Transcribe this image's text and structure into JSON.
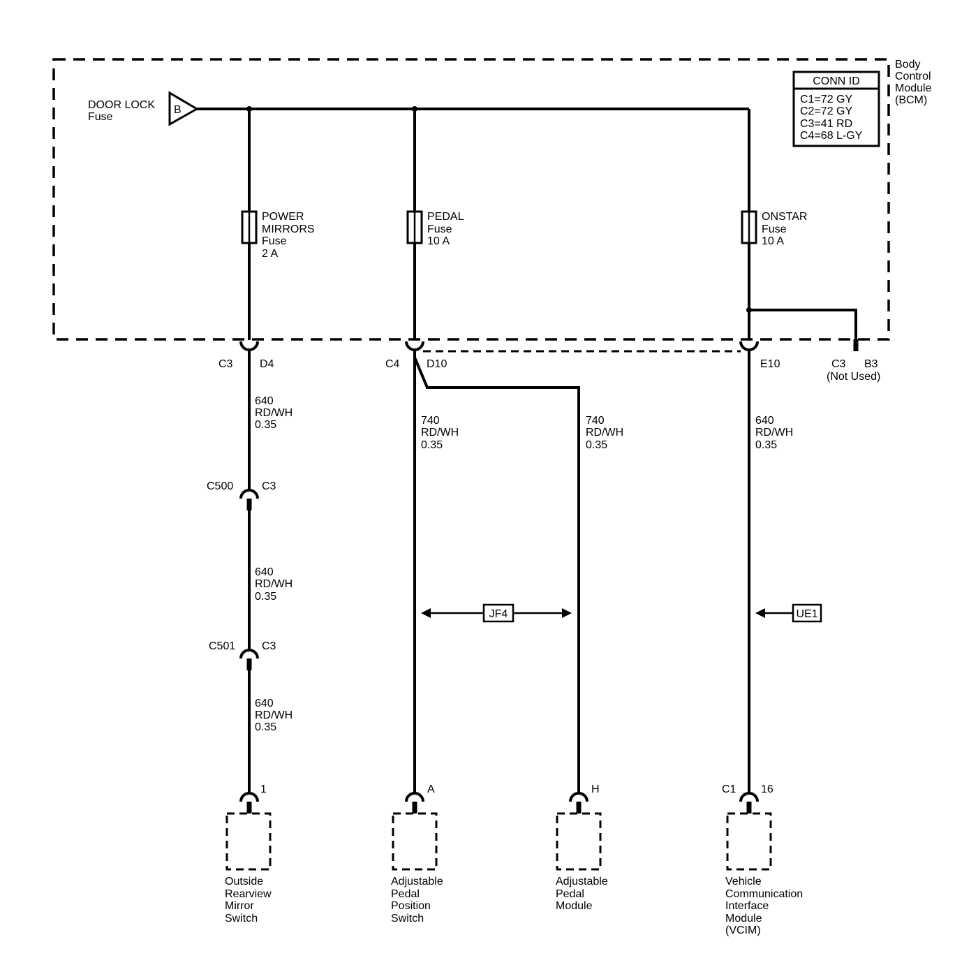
{
  "module": {
    "name_lines": [
      "Body",
      "Control",
      "Module",
      "(BCM)"
    ],
    "conn_id": {
      "header": "CONN ID",
      "lines": [
        "C1=72 GY",
        "C2=72 GY",
        "C3=41 RD",
        "C4=68 L-GY"
      ]
    }
  },
  "source": {
    "label_lines": [
      "DOOR LOCK",
      "Fuse"
    ],
    "symbol": "B"
  },
  "fuses": [
    {
      "lines": [
        "POWER",
        "MIRRORS",
        "Fuse",
        "2 A"
      ]
    },
    {
      "lines": [
        "PEDAL",
        "Fuse",
        "10 A"
      ]
    },
    {
      "lines": [
        "ONSTAR",
        "Fuse",
        "10 A"
      ]
    }
  ],
  "bcm_connectors": {
    "mirror": {
      "conn": "C3",
      "pin": "D4"
    },
    "pedal": {
      "conn": "C4",
      "pin": "D10"
    },
    "onstar": {
      "pin": "E10"
    },
    "unused": {
      "conn": "C3",
      "pin": "B3",
      "note": "(Not Used)"
    }
  },
  "wires": {
    "mirror_1": [
      "640",
      "RD/WH",
      "0.35"
    ],
    "mirror_2": [
      "640",
      "RD/WH",
      "0.35"
    ],
    "mirror_3": [
      "640",
      "RD/WH",
      "0.35"
    ],
    "pedal_switch": [
      "740",
      "RD/WH",
      "0.35"
    ],
    "pedal_module": [
      "740",
      "RD/WH",
      "0.35"
    ],
    "onstar": [
      "640",
      "RD/WH",
      "0.35"
    ]
  },
  "inline_connectors": [
    {
      "name": "C500",
      "pin": "C3"
    },
    {
      "name": "C501",
      "pin": "C3"
    }
  ],
  "references": {
    "jf4": "JF4",
    "ue1": "UE1"
  },
  "components": [
    {
      "pin": "1",
      "lines": [
        "Outside",
        "Rearview",
        "Mirror",
        "Switch"
      ]
    },
    {
      "pin": "A",
      "lines": [
        "Adjustable",
        "Pedal",
        "Position",
        "Switch"
      ]
    },
    {
      "pin": "H",
      "lines": [
        "Adjustable",
        "Pedal",
        "Module"
      ]
    },
    {
      "conn": "C1",
      "pin": "16",
      "lines": [
        "Vehicle",
        "Communication",
        "Interface",
        "Module",
        "(VCIM)"
      ]
    }
  ]
}
